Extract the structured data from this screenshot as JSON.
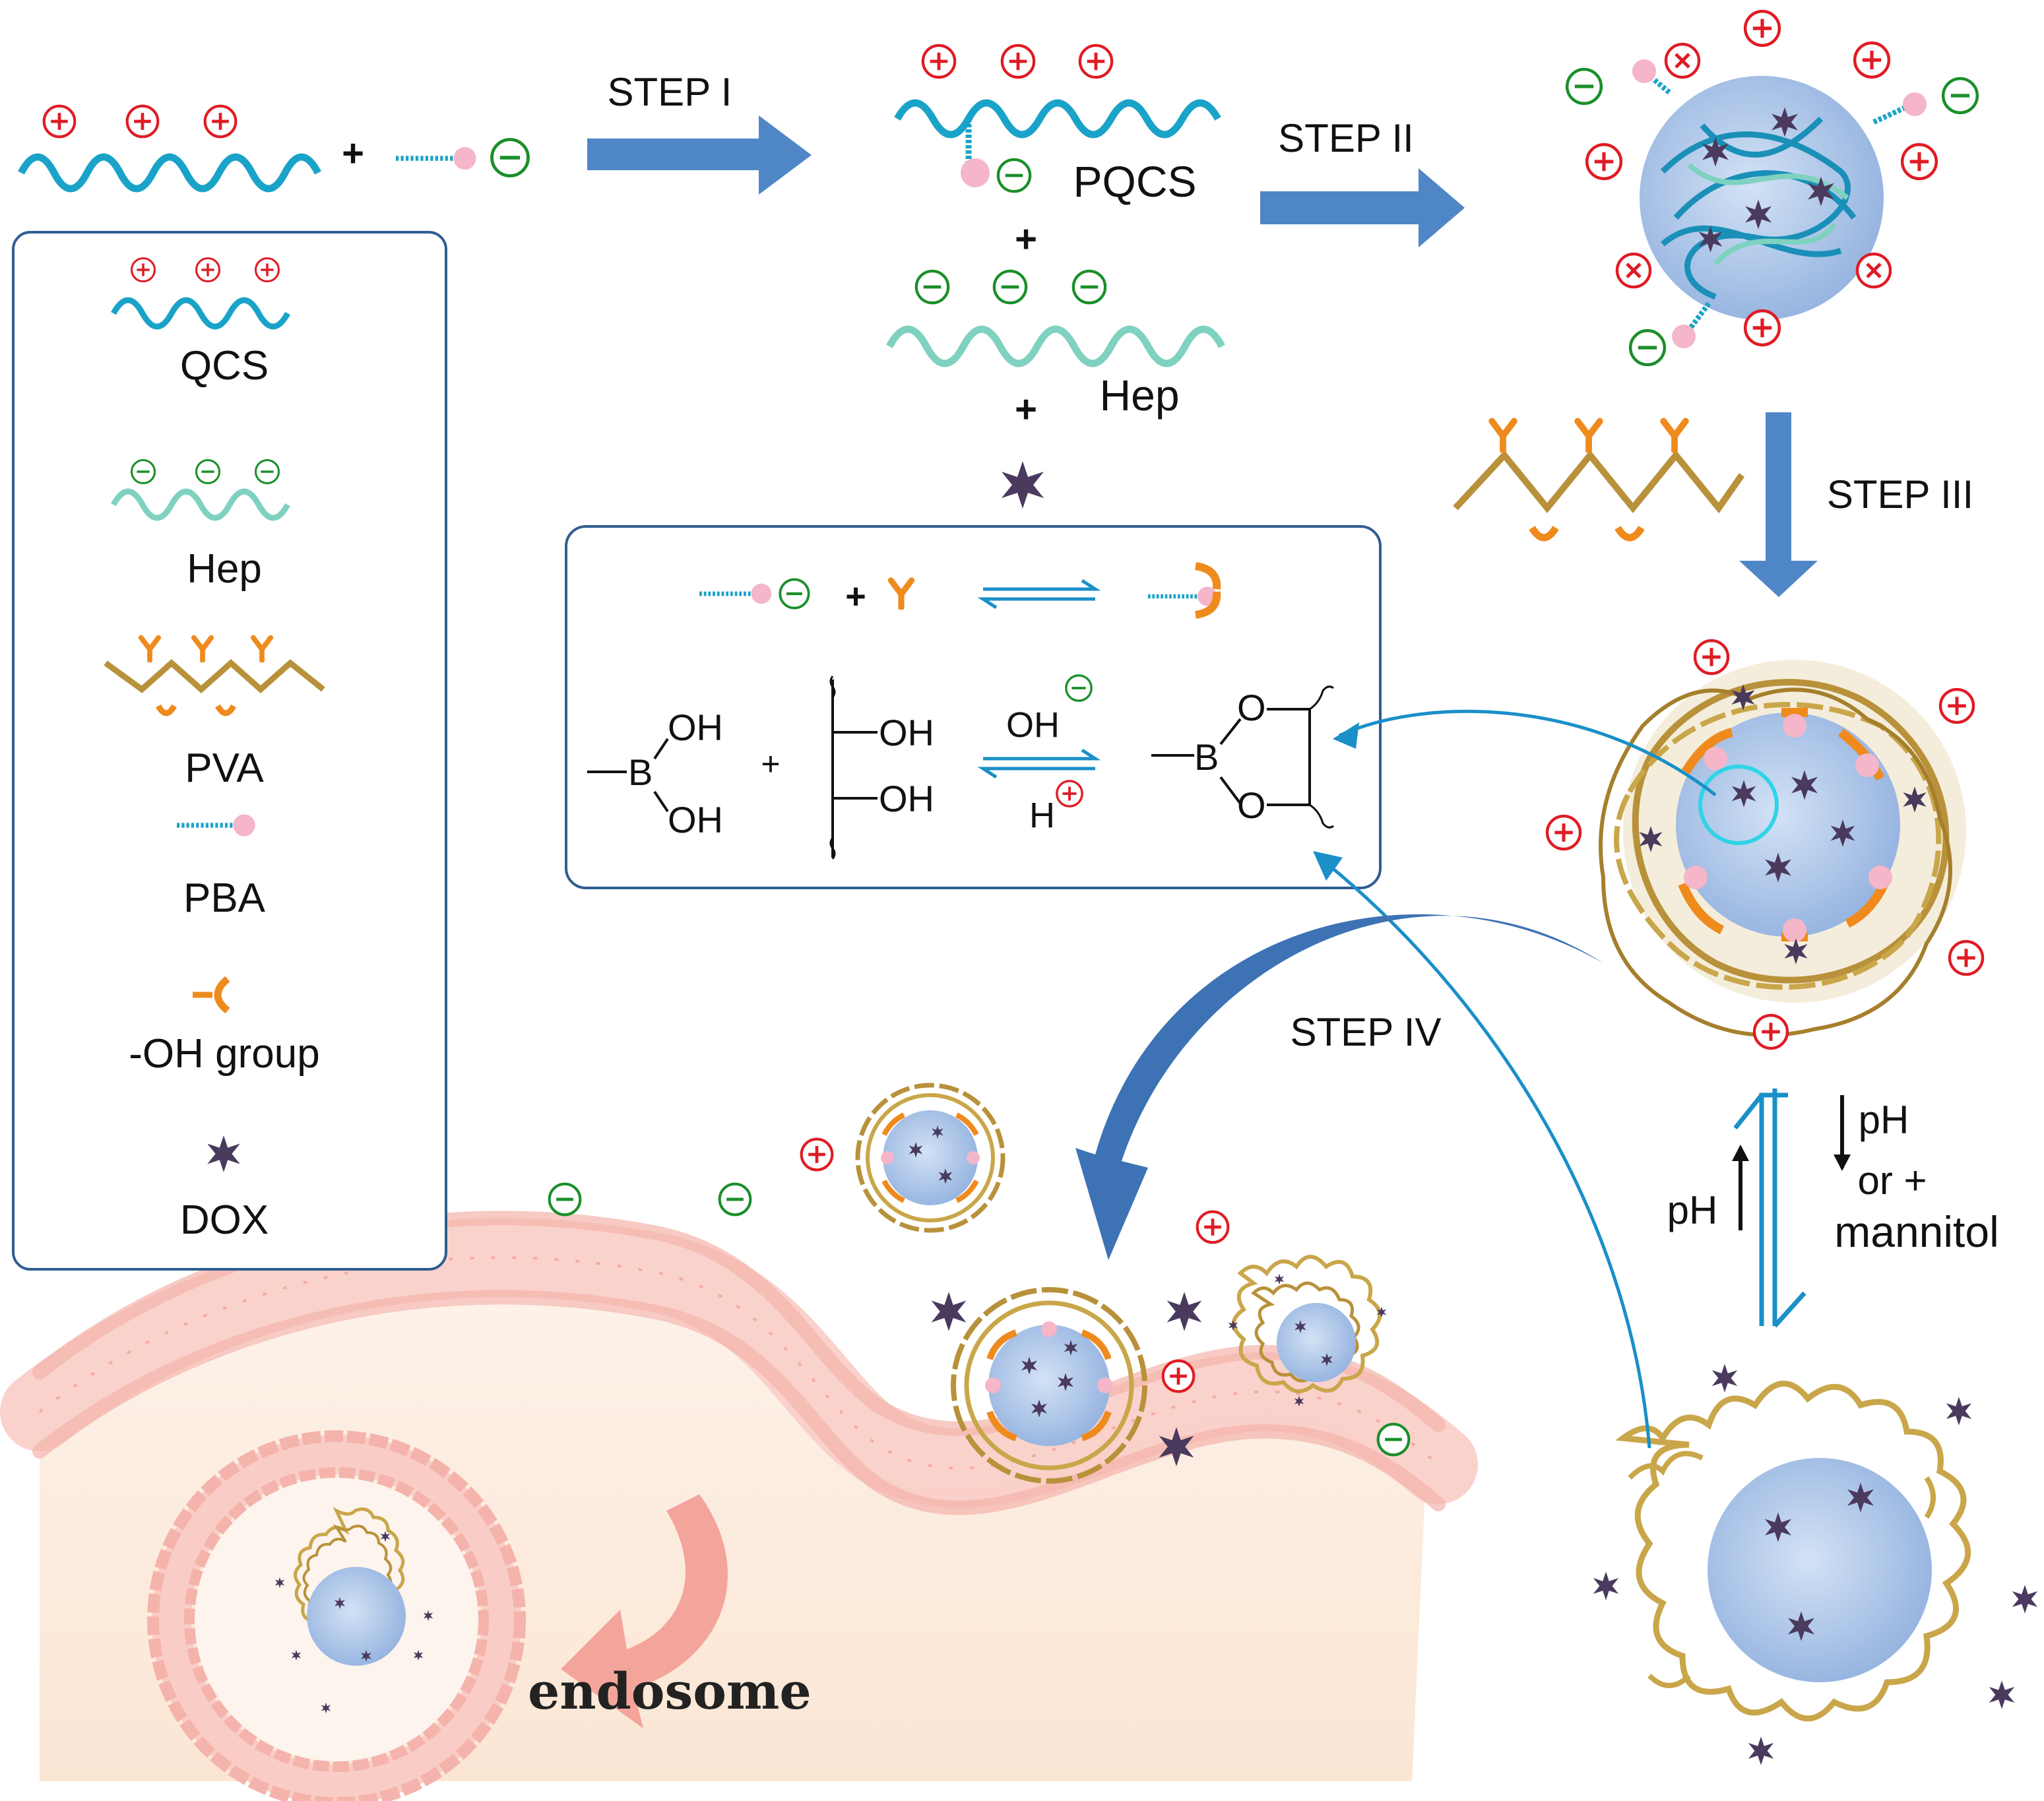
{
  "steps": {
    "step1": "STEP I",
    "step2": "STEP II",
    "step3": "STEP III",
    "step4": "STEP IV"
  },
  "labels": {
    "pqcs": "PQCS",
    "hep": "Hep",
    "endosome": "endosome"
  },
  "legend": {
    "items": [
      {
        "label": "QCS",
        "icon": "qcs-icon"
      },
      {
        "label": "Hep",
        "icon": "hep-icon"
      },
      {
        "label": "PVA",
        "icon": "pva-icon"
      },
      {
        "label": "PBA",
        "icon": "pba-icon"
      },
      {
        "label": "-OH group",
        "icon": "oh-group-icon"
      },
      {
        "label": "DOX",
        "icon": "dox-icon"
      }
    ]
  },
  "reaction": {
    "oh": "OH",
    "h": "H",
    "b": "B",
    "o": "O",
    "plus": "+"
  },
  "ph_switch": {
    "left": "pH",
    "right_1": "pH",
    "right_2": "or +",
    "right_3": "mannitol"
  },
  "symbols": {
    "plus": "+",
    "minus": "−",
    "cross": "×"
  },
  "colors": {
    "qcs": "#1aa3c8",
    "hep": "#7fd1c0",
    "pva": "#b8913a",
    "oh_group": "#ef8a1d",
    "pba_head": "#f4b6c8",
    "dox": "#4a3a5e",
    "arrow": "#4f86c6",
    "positive": "#e01b24",
    "negative": "#1a8f2a",
    "membrane": "#f6b8b0",
    "cytoplasm": "#fcebdc",
    "core": "#a9c4e8"
  }
}
